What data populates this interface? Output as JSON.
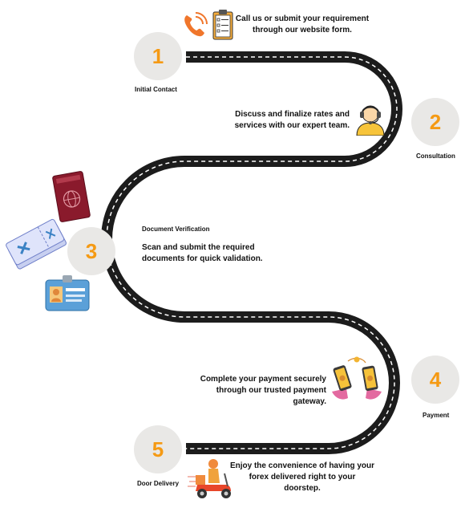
{
  "steps": [
    {
      "number": "1",
      "title": "Initial Contact",
      "lines": [
        "Call us or submit your requirement",
        "through our website form."
      ],
      "icons": [
        "phone-icon",
        "checklist-icon"
      ]
    },
    {
      "number": "2",
      "title": "Consultation",
      "lines": [
        "Discuss and finalize rates and",
        "services with our expert team."
      ],
      "icons": [
        "support-agent-icon"
      ]
    },
    {
      "number": "3",
      "title": "Document Verification",
      "lines": [
        "Scan and submit the required",
        "documents for quick validation."
      ],
      "icons": [
        "passport-icon",
        "flight-ticket-icon",
        "id-card-icon"
      ]
    },
    {
      "number": "4",
      "title": "Payment",
      "lines": [
        "Complete your payment securely",
        "through our trusted payment",
        "gateway."
      ],
      "icons": [
        "mobile-payment-icon"
      ]
    },
    {
      "number": "5",
      "title": "Door Delivery",
      "lines": [
        "Enjoy the convenience of having your",
        "forex delivered right to your",
        "doorstep."
      ],
      "icons": [
        "delivery-scooter-icon"
      ]
    }
  ],
  "colors": {
    "accent": "#f59a14",
    "road": "#1c1c1c",
    "road_marking": "#ffffff",
    "circle": "#e9e8e6"
  }
}
